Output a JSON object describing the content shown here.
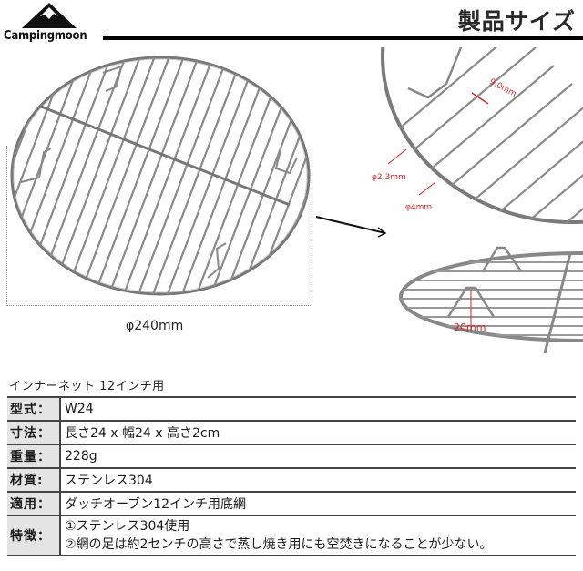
{
  "header": {
    "brand": "Campingmoon",
    "title": "製品サイズ"
  },
  "images": {
    "main": {
      "alt": "round stainless steel wire grill rack, top view",
      "diameter_label": "φ240mm"
    },
    "detail_top": {
      "alt": "close-up of rack edge with dimensions",
      "labels": {
        "spacing": "9.0mm",
        "wire": "φ2.3mm",
        "rim": "φ4mm"
      }
    },
    "detail_bottom": {
      "alt": "side view of rack showing feet height",
      "labels": {
        "foot_height": "20mm"
      }
    },
    "arrow_icon": "arrow-right-icon"
  },
  "colors": {
    "accent_red": "#d9242a",
    "label_bg": "#e4e4e4",
    "rule": "#000000"
  },
  "spec": {
    "caption": "インナーネット 12インチ用",
    "rows": [
      {
        "label": "型式：",
        "value": "W24"
      },
      {
        "label": "寸法：",
        "value": "長さ24 x 幅24 x 高さ2cm"
      },
      {
        "label": "重量：",
        "value": "228g"
      },
      {
        "label": "材質:",
        "value": "ステンレス304"
      },
      {
        "label": "適用：",
        "value": "ダッチオーブン12インチ用底網"
      },
      {
        "label": "特徴：",
        "lines": [
          "①ステンレス304使用",
          "②網の足は約2センチの高さで蒸し焼き用にも空焚きになることが少ない。"
        ]
      }
    ]
  }
}
